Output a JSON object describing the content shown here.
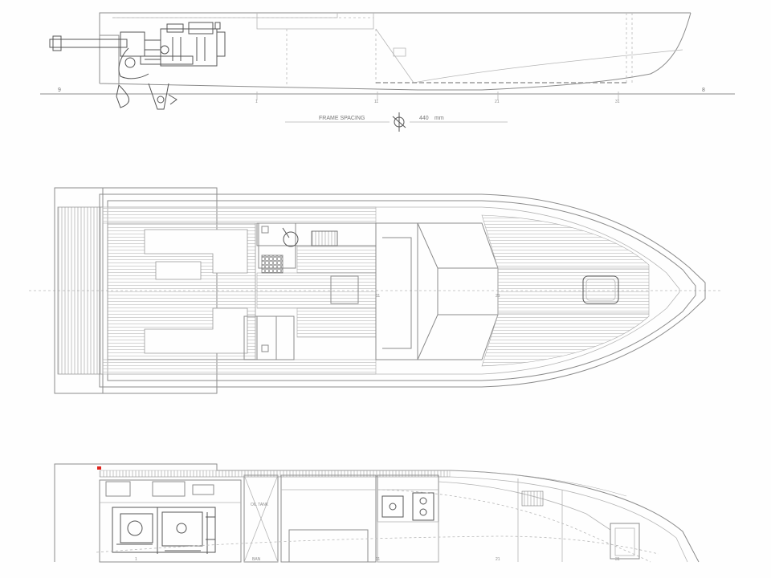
{
  "colors": {
    "line": "#8c8c8c",
    "light_line": "#b5b5b5",
    "dark_line": "#555555",
    "mark": "#e0231c"
  },
  "profile_view": {
    "baseline_end_left": "9",
    "baseline_end_right": "8",
    "frame_ticks": [
      "1",
      "11",
      "21",
      "31"
    ],
    "frame_spacing_label": "FRAME SPACING",
    "frame_spacing_value": "440",
    "frame_spacing_unit": "mm"
  },
  "deck_plan": {
    "frame_ticks": [
      "11",
      "21"
    ]
  },
  "interior_plan": {
    "tank_label": "OIL TANK",
    "bottom_label": "BAN",
    "frame_ticks": [
      "1",
      "11",
      "21",
      "31"
    ]
  }
}
